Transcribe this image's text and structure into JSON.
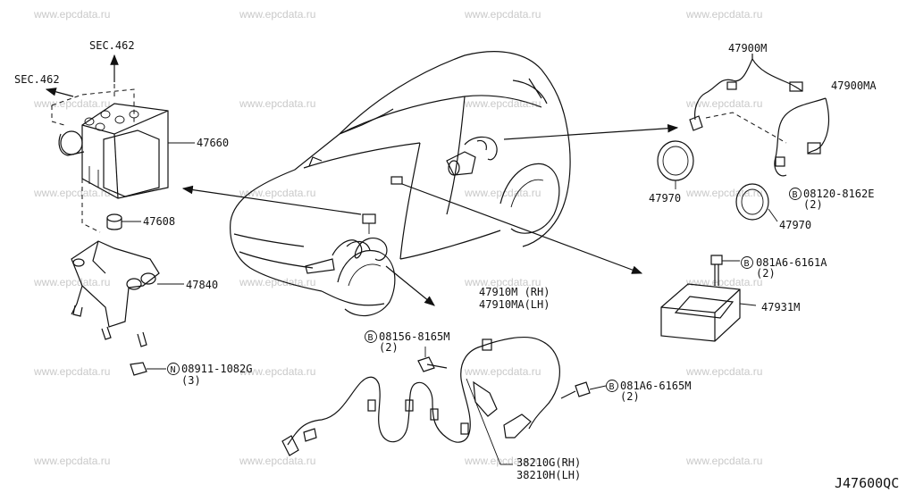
{
  "watermark": "www.epcdata.ru",
  "diagram_code": "J47600QC",
  "labels": {
    "sec462_top": "SEC.462",
    "sec462_left": "SEC.462",
    "p47660": "47660",
    "p47608": "47608",
    "p47840": "47840",
    "n_bolt": "08911-1082G",
    "n_bolt_qty": "(3)",
    "p47900m": "47900M",
    "p47900ma": "47900MA",
    "p47970_a": "47970",
    "p47970_b": "47970",
    "b_08120": "08120-8162E",
    "b_08120_qty": "(2)",
    "b_081a6_6161": "081A6-6161A",
    "b_081a6_6161_qty": "(2)",
    "p47931m": "47931M",
    "p47910m": "47910M (RH)",
    "p47910ma": "47910MA(LH)",
    "b_08156": "08156-8165M",
    "b_08156_qty": "(2)",
    "b_081a6_6165": "081A6-6165M",
    "b_081a6_6165_qty": "(2)",
    "p38210g": "38210G(RH)",
    "p38210h": "38210H(LH)",
    "circle_b": "B",
    "circle_n": "N"
  }
}
